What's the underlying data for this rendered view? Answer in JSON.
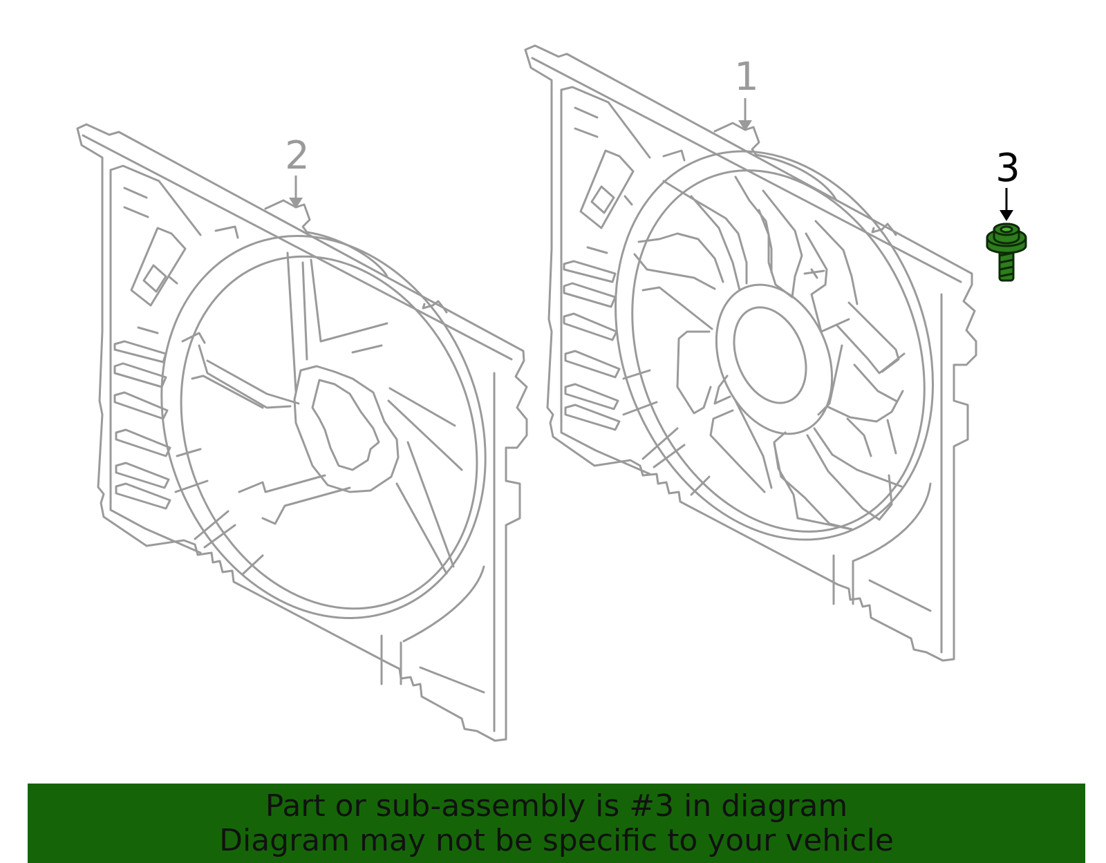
{
  "colors": {
    "line_art": "#9a9a9a",
    "highlight_fill": "#2e7d1e",
    "highlight_stroke": "#0d2a06",
    "banner_bg": "#156508",
    "banner_text": "#111111",
    "callout_gray": "#9a9a9a",
    "callout_active": "#000000"
  },
  "callouts": [
    {
      "id": "1",
      "label": "1",
      "active": false
    },
    {
      "id": "2",
      "label": "2",
      "active": false
    },
    {
      "id": "3",
      "label": "3",
      "active": true
    }
  ],
  "parts": [
    {
      "callout": "1",
      "description_icon": "fan-shroud-with-motor"
    },
    {
      "callout": "2",
      "description_icon": "fan-shroud-frame"
    },
    {
      "callout": "3",
      "description_icon": "flange-bolt"
    }
  ],
  "banner": {
    "line1": "Part or sub-assembly is #3 in diagram",
    "line2": "Diagram may not be specific to your vehicle"
  }
}
